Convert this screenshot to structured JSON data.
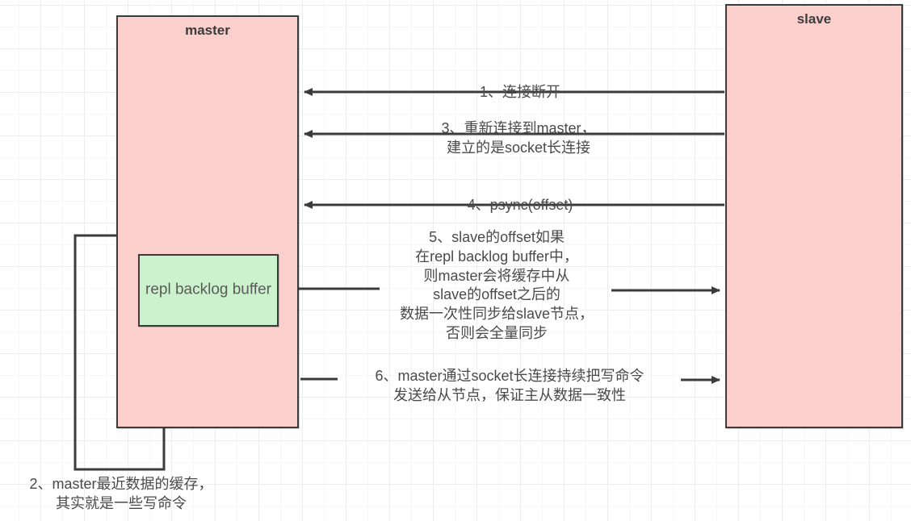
{
  "diagram": {
    "title_master": "master",
    "title_slave": "slave",
    "buffer_label": "repl backlog\nbuffer",
    "colors": {
      "node_fill": "#fbcfcc",
      "buffer_fill": "#ccf2cd",
      "stroke": "#3b3b3b",
      "text": "#4a4a4a",
      "grid_minor": "#f7f7f7",
      "grid_major": "#ededed",
      "background": "#ffffff"
    },
    "edges": [
      {
        "id": "step1",
        "label": "1、连接断开",
        "from": "slave",
        "to": "master",
        "direction": "left"
      },
      {
        "id": "step3",
        "label": "3、重新连接到master，\n建立的是socket长连接",
        "from": "slave",
        "to": "master",
        "direction": "left"
      },
      {
        "id": "step4",
        "label": "4、psync(offset)",
        "from": "slave",
        "to": "master",
        "direction": "left"
      },
      {
        "id": "step5",
        "label": "5、slave的offset如果\n在repl backlog buffer中，\n则master会将缓存中从\nslave的offset之后的\n数据一次性同步给slave节点，\n否则会全量同步",
        "from": "buffer",
        "to": "slave",
        "direction": "right"
      },
      {
        "id": "step6",
        "label": "6、master通过socket长连接持续把写命令\n发送给从节点，保证主从数据一致性",
        "from": "master",
        "to": "slave",
        "direction": "right"
      },
      {
        "id": "step2",
        "label": "2、master最近数据的缓存，\n其实就是一些写命令",
        "from": "master",
        "to": "buffer",
        "direction": "up"
      }
    ]
  }
}
